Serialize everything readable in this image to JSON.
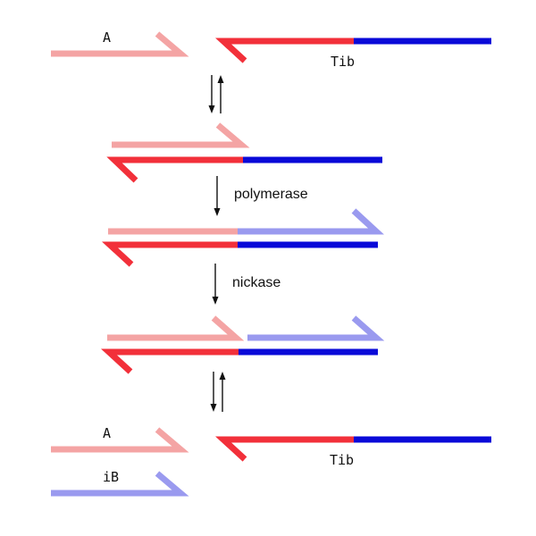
{
  "colors": {
    "a_strand": "#f4a4a4",
    "t_strand": "#f2303a",
    "blue_strand": "#0a0ad8",
    "ib_strand": "#9a9aef",
    "arrow": "#111111"
  },
  "labels": {
    "a_top": "A",
    "tib_top": "Tib",
    "polymerase": "polymerase",
    "nickase": "nickase",
    "a_bottom": "A",
    "ib_bottom": "iB",
    "tib_bottom": "Tib"
  }
}
